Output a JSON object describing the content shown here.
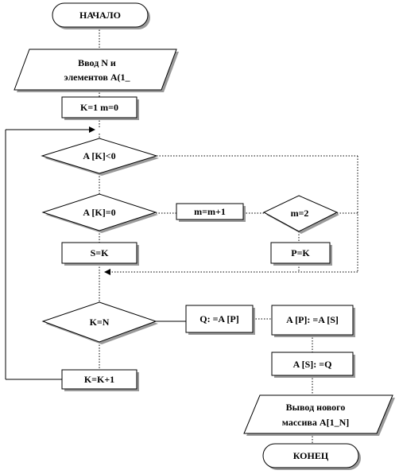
{
  "nodes": {
    "start": "НАЧАЛО",
    "input_line1": "Ввод  N и",
    "input_line2": "элементов  A(1_",
    "init": "K=1  m=0",
    "cond_negative": "A [K]<0",
    "cond_zero": "A [K]=0",
    "incr_m": "m=m+1",
    "cond_m2": "m=2",
    "assign_s": "S=K",
    "assign_p": "P=K",
    "cond_kn": "K=N",
    "swap_q": "Q: =A [P]",
    "swap_p": "A [P]: =A [S]",
    "swap_s": "A [S]: =Q",
    "incr_k": "K=K+1",
    "output_line1": "Вывод нового",
    "output_line2": "массива A[1_N]",
    "end": "КОНЕЦ"
  }
}
